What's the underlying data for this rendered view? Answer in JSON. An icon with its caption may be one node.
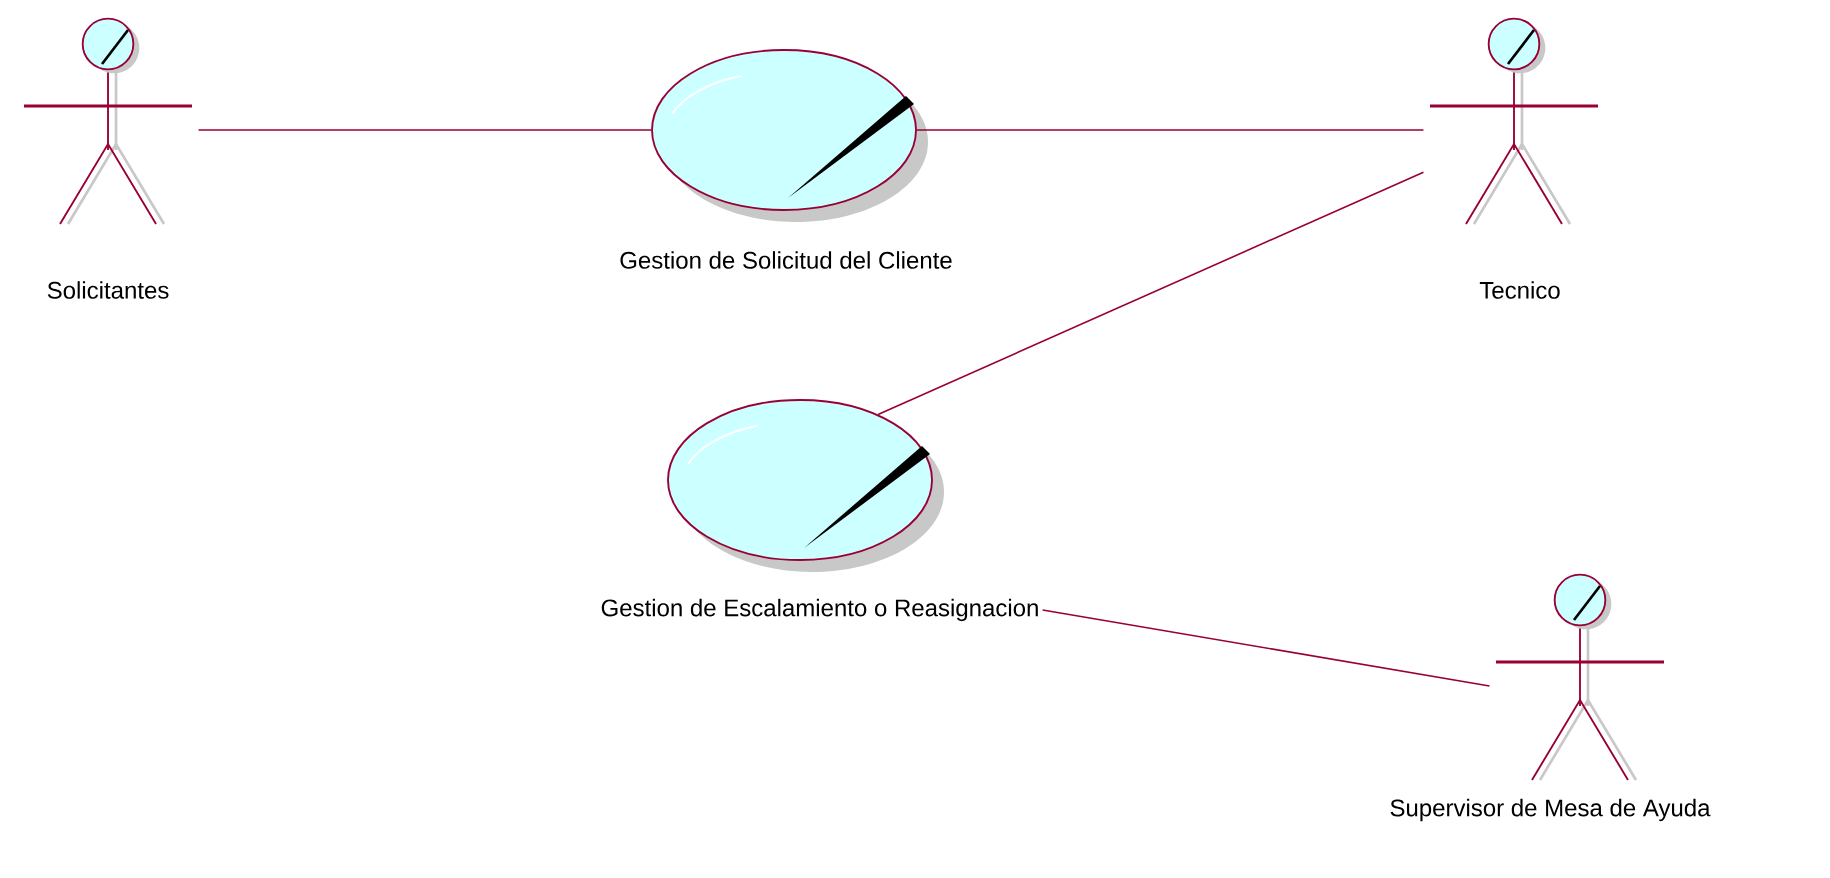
{
  "diagram": {
    "nodes": [
      {
        "text": [
          "Solicitantes"
        ]
      },
      {
        "text": [
          "Gestion de Solicitud del Cliente"
        ]
      },
      {
        "text": [
          "Tecnico"
        ]
      },
      {
        "text": [
          "Gestion de Escalamiento o Reasignacion"
        ]
      },
      {
        "text": [
          "Supervisor de Mesa de Ayuda"
        ]
      }
    ],
    "edges": [
      {
        "from": 0,
        "to": 1,
        "arrow": "none"
      },
      {
        "from": 1,
        "to": 2,
        "arrow": "none"
      },
      {
        "from": 2,
        "to": 3,
        "arrow": "none"
      },
      {
        "from": 3,
        "to": 4,
        "arrow": "none"
      }
    ]
  }
}
